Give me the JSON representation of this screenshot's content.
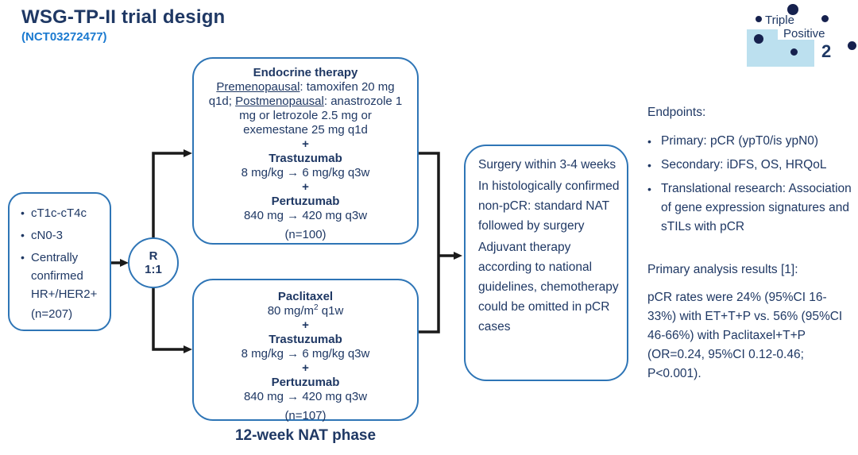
{
  "slide": {
    "title": "WSG-TP-II trial design",
    "nct": "(NCT03272477)"
  },
  "logo": {
    "word1": "Triple",
    "word2": "Positive",
    "number": "2"
  },
  "inclusion": {
    "bullets": [
      "cT1c-cT4c",
      "cN0-3",
      "Centrally confirmed HR+/HER2+"
    ],
    "n": "(n=207)"
  },
  "randomization": {
    "r": "R",
    "ratio": "1:1"
  },
  "endocrine_arm": {
    "title": "Endocrine therapy",
    "premeno_label": "Premenopausal",
    "premeno_text": ": tamoxifen 20 mg q1d; ",
    "postmeno_label": "Postmenopausal",
    "postmeno_text": ": anastrozole 1 mg or letrozole 2.5 mg or exemestane 25 mg q1d",
    "plus1": "+",
    "drug2": "Trastuzumab",
    "drug2_dose": "8 mg/kg → 6 mg/kg q3w",
    "plus2": "+",
    "drug3": "Pertuzumab",
    "drug3_dose": "840 mg → 420 mg q3w",
    "n": "(n=100)"
  },
  "paclitaxel_arm": {
    "title": "Paclitaxel",
    "dose_base": "80 mg/m",
    "dose_sup": "2",
    "dose_rest": " q1w",
    "plus1": "+",
    "drug2": "Trastuzumab",
    "drug2_dose": "8 mg/kg → 6 mg/kg q3w",
    "plus2": "+",
    "drug3": "Pertuzumab",
    "drug3_dose": "840 mg → 420 mg q3w",
    "n": "(n=107)"
  },
  "nat_phase_label": "12-week NAT phase",
  "surgery": {
    "p1": "Surgery within 3-4 weeks",
    "p2": "In histologically confirmed non-pCR: standard NAT followed by surgery",
    "p3": "Adjuvant therapy according to national guidelines, chemotherapy could be omitted in pCR cases"
  },
  "endpoints": {
    "heading": "Endpoints:",
    "items": [
      "Primary: pCR (ypT0/is ypN0)",
      "Secondary: iDFS, OS, HRQoL",
      "Translational research: Association of gene expression signatures and sTILs with pCR"
    ]
  },
  "results": {
    "heading": "Primary analysis results [1]:",
    "body": "pCR rates were 24% (95%CI 16-33%) with ET+T+P vs. 56% (95%CI 46-66%) with Paclitaxel+T+P (OR=0.24, 95%CI 0.12-0.46; P<0.001)."
  },
  "colors": {
    "navy_text": "#1F3864",
    "box_border_blue": "#2E75B6",
    "nct_blue": "#1B7AD0",
    "logo_light_blue": "#BCE0EF",
    "logo_dot_navy": "#16214E",
    "arrow_black": "#1A1A1A"
  }
}
